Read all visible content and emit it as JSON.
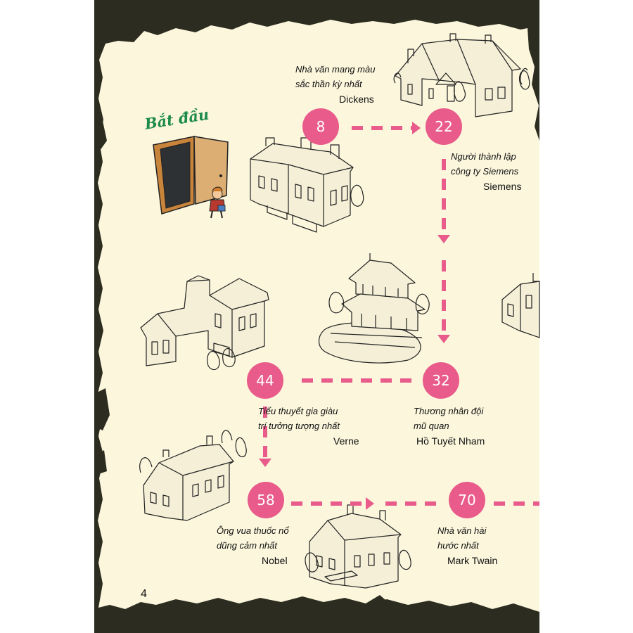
{
  "page": {
    "start_label": "Bắt đầu",
    "page_number": "4"
  },
  "stops": [
    {
      "id": "8",
      "number": "8",
      "description_lines": [
        "Nhà văn mang màu",
        "sắc thần kỳ nhất"
      ],
      "name": "Dickens"
    },
    {
      "id": "22",
      "number": "22",
      "description_lines": [
        "Người thành lập",
        "công ty Siemens"
      ],
      "name": "Siemens"
    },
    {
      "id": "32",
      "number": "32",
      "description_lines": [
        "Thương nhân đội",
        "mũ quan"
      ],
      "name": "Hồ Tuyết Nham"
    },
    {
      "id": "44",
      "number": "44",
      "description_lines": [
        "Tiểu thuyết gia giàu",
        "trí tưởng tượng nhất"
      ],
      "name": "Verne"
    },
    {
      "id": "58",
      "number": "58",
      "description_lines": [
        "Ông vua thuốc nổ",
        "dũng cảm nhất"
      ],
      "name": "Nobel"
    },
    {
      "id": "70",
      "number": "70",
      "description_lines": [
        "Nhà văn hài",
        "hước nhất"
      ],
      "name": "Mark Twain"
    }
  ],
  "colors": {
    "paper": "#fbf6dc",
    "frame": "#2c2c20",
    "node": "#e85b8a",
    "path": "#e85b8a",
    "start_text": "#1b8a4a",
    "ink": "#222222"
  }
}
